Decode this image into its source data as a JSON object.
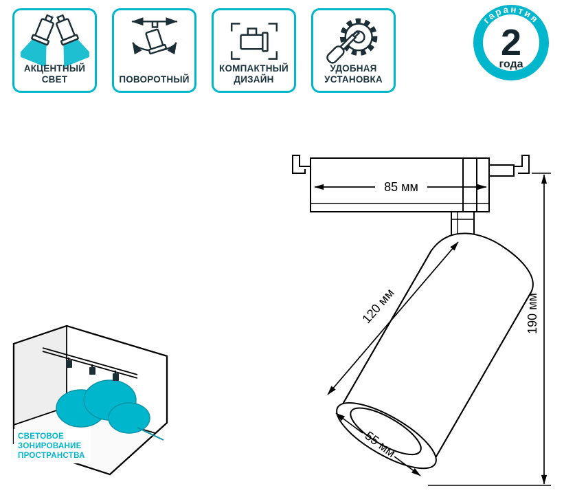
{
  "features": [
    {
      "label": "АКЦЕНТНЫЙ СВЕТ",
      "icon": "accent-light-icon"
    },
    {
      "label": "ПОВОРОТНЫЙ",
      "icon": "rotate-icon"
    },
    {
      "label": "КОМПАКТНЫЙ ДИЗАЙН",
      "icon": "compact-design-icon"
    },
    {
      "label": "УДОБНАЯ УСТАНОВКА",
      "icon": "easy-install-icon"
    }
  ],
  "warranty": {
    "arc_text": "гарантия",
    "number": "2",
    "unit": "года"
  },
  "dimensions": {
    "track_width": "85 мм",
    "body_length": "120 мм",
    "total_height": "190 мм",
    "face_diameter": "55 мм"
  },
  "zoning": {
    "lines": [
      "СВЕТОВОЕ",
      "ЗОНИРОВАНИЕ",
      "ПРОСТРАНСТВА"
    ]
  },
  "colors": {
    "accent": "#00b6cc",
    "ink": "#18323c"
  }
}
